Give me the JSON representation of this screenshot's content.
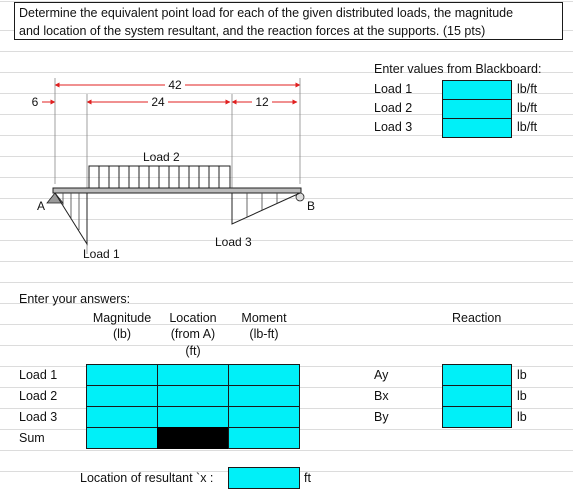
{
  "problem_statement": {
    "line1": "Determine the equivalent point load for each of the given distributed loads, the magnitude",
    "line2": "and location of the system resultant, and the reaction forces at the supports. (15 pts)"
  },
  "blackboard": {
    "heading": "Enter values from Blackboard:",
    "rows": [
      {
        "label": "Load 1",
        "unit": "lb/ft"
      },
      {
        "label": "Load 2",
        "unit": "lb/ft"
      },
      {
        "label": "Load 3",
        "unit": "lb/ft"
      }
    ]
  },
  "diagram": {
    "dim_total": "42",
    "dim_left": "6",
    "dim_mid": "24",
    "dim_right": "12",
    "label_load2": "Load 2",
    "label_load1": "Load 1",
    "label_load3": "Load 3",
    "support_a": "A",
    "support_b": "B"
  },
  "answers": {
    "heading": "Enter your answers:",
    "col_magnitude": [
      "Magnitude",
      "(lb)"
    ],
    "col_location": [
      "Location",
      "(from A)",
      "(ft)"
    ],
    "col_moment": [
      "Moment",
      "(lb-ft)"
    ],
    "rows": [
      "Load 1",
      "Load 2",
      "Load 3",
      "Sum"
    ],
    "resultant_label": "Location of resultant `x :",
    "resultant_unit": "ft"
  },
  "reaction": {
    "heading": "Reaction",
    "rows": [
      {
        "label": "Ay",
        "unit": "lb"
      },
      {
        "label": "Bx",
        "unit": "lb"
      },
      {
        "label": "By",
        "unit": "lb"
      }
    ]
  },
  "colors": {
    "input_cell": "#00f0f8",
    "dimension": "#e02020",
    "blocked_cell": "#000000"
  }
}
